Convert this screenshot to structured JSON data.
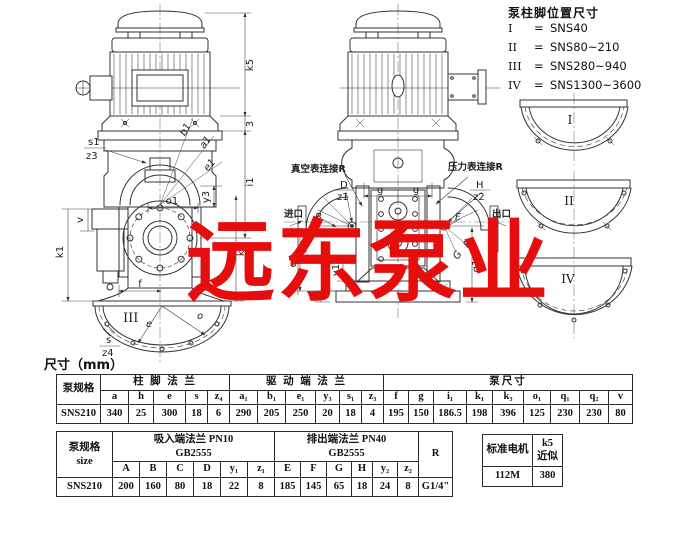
{
  "watermark": {
    "text": "远东泵业",
    "color": "#e60d0d"
  },
  "legend": {
    "title": "泵柱脚位置尺寸",
    "items": [
      {
        "n": "I",
        "eq": "=",
        "v": "SNS40"
      },
      {
        "n": "II",
        "eq": "=",
        "v": "SNS80~210"
      },
      {
        "n": "III",
        "eq": "=",
        "v": "SNS280~940"
      },
      {
        "n": "IV",
        "eq": "=",
        "v": "SNS1300~3600"
      }
    ],
    "bowls": [
      "I",
      "II",
      "IV"
    ]
  },
  "drawing": {
    "front": {
      "k5": "k5",
      "three": "3",
      "i1": "i1",
      "y3": "y3",
      "k3": "k3",
      "o1": "o1",
      "v": "v",
      "k1": "k1",
      "f": "f",
      "s1": "s1",
      "z3": "z3",
      "b1": "b1",
      "a1": "a1",
      "e1": "e1",
      "roman3": "III",
      "e": "e",
      "o": "o",
      "s": "s",
      "z4": "z4"
    },
    "side": {
      "vacuum": "真空表连接R",
      "pressure": "压力表连接R",
      "D": "D",
      "z1": "z1",
      "H": "H",
      "z2": "z2",
      "g": "g",
      "inlet": "进口",
      "outlet": "出口",
      "B": "B",
      "F": "F",
      "E": "E",
      "G": "G",
      "q1": "q1",
      "q2": "q2",
      "y1": "y1",
      "h": "h"
    }
  },
  "tables": {
    "title": "尺寸（mm）",
    "table1": {
      "spec_header": "泵规格",
      "group1_label": "柱 脚 法 兰",
      "group1_cols": [
        "a",
        "h",
        "e",
        "s",
        "z₄"
      ],
      "group2_label": "驱 动 端 法 兰",
      "group2_cols": [
        "a₁",
        "b₁",
        "e₁",
        "y₃",
        "s₁",
        "z₃"
      ],
      "group3_label": "泵尺寸",
      "group3_cols": [
        "f",
        "g",
        "i₁",
        "k₁",
        "k₃",
        "o₁",
        "q₁",
        "q₂",
        "v"
      ],
      "row_label": "SNS210",
      "g1_values": [
        "340",
        "25",
        "300",
        "18",
        "6"
      ],
      "g2_values": [
        "290",
        "205",
        "250",
        "20",
        "18",
        "4"
      ],
      "g3_values": [
        "195",
        "150",
        "186.5",
        "198",
        "396",
        "125",
        "230",
        "230",
        "80"
      ]
    },
    "table2": {
      "spec_l1": "泵规格",
      "spec_l2": "size",
      "group1_l1": "吸入端法兰 PN10",
      "group1_l2": "GB2555",
      "group1_cols": [
        "A",
        "B",
        "C",
        "D",
        "y₁",
        "z₁"
      ],
      "group2_l1": "排出端法兰  PN40",
      "group2_l2": "GB2555",
      "group2_cols": [
        "E",
        "F",
        "G",
        "H",
        "y₂",
        "z₂"
      ],
      "r_header": "R",
      "row_label": "SNS210",
      "g1_values": [
        "200",
        "160",
        "80",
        "18",
        "22",
        "8"
      ],
      "g2_values": [
        "185",
        "145",
        "65",
        "18",
        "24",
        "8"
      ],
      "r_value": "G1/4\""
    },
    "motor": {
      "h1": "标准电机",
      "h2_l1": "k5",
      "h2_l2": "近似",
      "v1": "112M",
      "v2": "380"
    }
  }
}
